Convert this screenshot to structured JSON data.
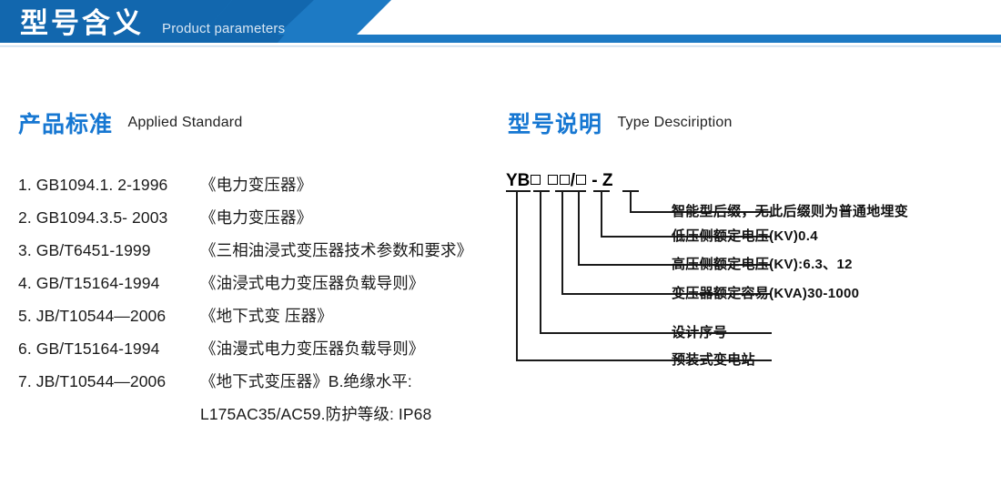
{
  "header": {
    "title_cn": "型号含义",
    "title_en": "Product parameters",
    "bar_color_dark": "#1267ae",
    "bar_color_light": "#1d7ac4"
  },
  "sections": {
    "standards": {
      "title_cn": "产品标准",
      "title_en": "Applied Standard"
    },
    "type_description": {
      "title_cn": "型号说明",
      "title_en": "Type Desciription"
    }
  },
  "standards_list": [
    {
      "code": "1. GB1094.1. 2-1996",
      "name": "《电力变压器》"
    },
    {
      "code": "2. GB1094.3.5- 2003",
      "name": "《电力变压器》"
    },
    {
      "code": "3. GB/T6451-1999",
      "name": "《三相油浸式变压器技术参数和要求》"
    },
    {
      "code": "4. GB/T15164-1994",
      "name": "《油浸式电力变压器负载导则》"
    },
    {
      "code": "5. JB/T10544—2006",
      "name": "《地下式变 压器》"
    },
    {
      "code": "6. GB/T15164-1994",
      "name": "《油漫式电力变压器负载导则》"
    },
    {
      "code": "7. JB/T10544—2006",
      "name": "《地下式变压器》B.绝缘水平:"
    },
    {
      "code": "",
      "name": "L175AC35/AC59.防护等级: IP68"
    }
  ],
  "type_diagram": {
    "model_code_parts": [
      "YB",
      "□",
      "□",
      "□",
      "/",
      "□",
      "-",
      "Z"
    ],
    "model_code_text": "YB □ □□/□ - Z",
    "callouts": [
      {
        "id": "suffix",
        "text": "智能型后缀，无此后缀则为普通地埋变"
      },
      {
        "id": "lv-voltage",
        "text": "低压侧额定电压(KV)0.4"
      },
      {
        "id": "hv-voltage",
        "text": "高压侧额定电压(KV):6.3、12"
      },
      {
        "id": "capacity",
        "text": "变压器额定容易(KVA)30-1000"
      },
      {
        "id": "design-serial",
        "text": "设计序号"
      },
      {
        "id": "substation",
        "text": "预装式变电站"
      }
    ],
    "line_color": "#1a1a1a"
  },
  "colors": {
    "accent_blue": "#1677d2",
    "header_dark_blue": "#1267ae",
    "header_light_blue": "#1d7ac4",
    "text_dark": "#1a1a1a"
  }
}
